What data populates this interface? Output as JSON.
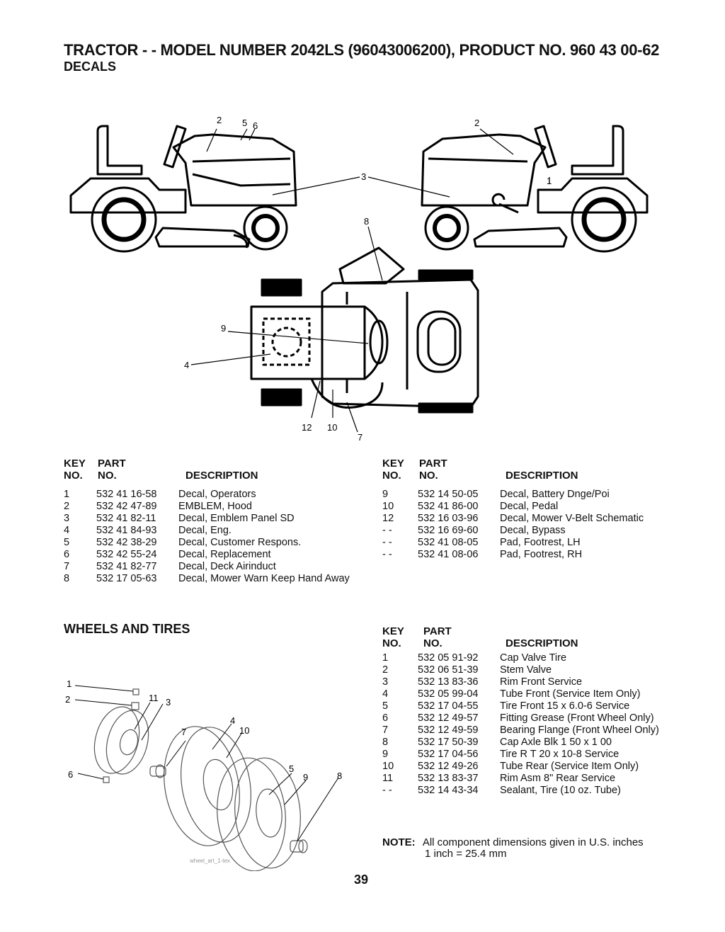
{
  "header": {
    "title": "TRACTOR - - MODEL NUMBER 2042LS (96043006200), PRODUCT NO. 960 43 00-62",
    "subtitle": "DECALS"
  },
  "decal_callouts": [
    "2",
    "5",
    "6",
    "2",
    "3",
    "1",
    "8",
    "9",
    "4",
    "12",
    "10",
    "7"
  ],
  "decals_table": {
    "headers": {
      "key_line1": "KEY",
      "key_line2": "NO.",
      "part_line1": "PART",
      "part_line2": "NO.",
      "description": "DESCRIPTION"
    },
    "left_rows": [
      {
        "key": "1",
        "part": "532 41 16-58",
        "desc": "Decal, Operators"
      },
      {
        "key": "2",
        "part": "532 42 47-89",
        "desc": "EMBLEM, Hood"
      },
      {
        "key": "3",
        "part": "532 41 82-11",
        "desc": "Decal, Emblem Panel SD"
      },
      {
        "key": "4",
        "part": "532 41 84-93",
        "desc": "Decal, Eng."
      },
      {
        "key": "5",
        "part": "532 42 38-29",
        "desc": "Decal, Customer Respons."
      },
      {
        "key": "6",
        "part": "532 42 55-24",
        "desc": "Decal, Replacement"
      },
      {
        "key": "7",
        "part": "532 41 82-77",
        "desc": "Decal, Deck Airinduct"
      },
      {
        "key": "8",
        "part": "532 17 05-63",
        "desc": "Decal, Mower Warn Keep Hand Away"
      }
    ],
    "right_rows": [
      {
        "key": "9",
        "part": "532 14 50-05",
        "desc": "Decal, Battery Dnge/Poi"
      },
      {
        "key": "10",
        "part": "532 41 86-00",
        "desc": "Decal, Pedal"
      },
      {
        "key": "12",
        "part": "532 16 03-96",
        "desc": "Decal, Mower V-Belt Schematic"
      },
      {
        "key": "- -",
        "part": "532 16 69-60",
        "desc": "Decal, Bypass"
      },
      {
        "key": "- -",
        "part": "532 41 08-05",
        "desc": "Pad, Footrest, LH"
      },
      {
        "key": "- -",
        "part": "532 41 08-06",
        "desc": "Pad, Footrest, RH"
      }
    ]
  },
  "wheels": {
    "section_title": "WHEELS AND TIRES",
    "callouts": [
      "1",
      "2",
      "11",
      "3",
      "7",
      "4",
      "10",
      "5",
      "9",
      "8",
      "6"
    ],
    "watermark": "wheel_art_1-tex",
    "headers": {
      "key_line1": "KEY",
      "key_line2": "NO.",
      "part_line1": "PART",
      "part_line2": "NO.",
      "description": "DESCRIPTION"
    },
    "rows": [
      {
        "key": "1",
        "part": "532 05 91-92",
        "desc": "Cap Valve Tire"
      },
      {
        "key": "2",
        "part": "532 06 51-39",
        "desc": "Stem Valve"
      },
      {
        "key": "3",
        "part": "532 13 83-36",
        "desc": "Rim Front Service"
      },
      {
        "key": "4",
        "part": "532 05 99-04",
        "desc": "Tube Front (Service Item Only)"
      },
      {
        "key": "5",
        "part": "532 17 04-55",
        "desc": "Tire Front 15 x 6.0-6 Service"
      },
      {
        "key": "6",
        "part": "532 12 49-57",
        "desc": "Fitting Grease (Front Wheel Only)"
      },
      {
        "key": "7",
        "part": "532 12 49-59",
        "desc": "Bearing Flange (Front Wheel Only)"
      },
      {
        "key": "8",
        "part": "532 17 50-39",
        "desc": "Cap Axle Blk 1 50 x 1 00"
      },
      {
        "key": "9",
        "part": "532 17 04-56",
        "desc": "Tire R T 20 x 10-8 Service"
      },
      {
        "key": "10",
        "part": "532 12 49-26",
        "desc": "Tube Rear (Service Item Only)"
      },
      {
        "key": "11",
        "part": "532 13 83-37",
        "desc": "Rim Asm 8\" Rear Service"
      },
      {
        "key": "- -",
        "part": "532 14 43-34",
        "desc": "Sealant, Tire (10 oz. Tube)"
      }
    ]
  },
  "note": {
    "label": "NOTE:",
    "line1": "All component dimensions given in U.S. inches",
    "line2": "1 inch = 25.4 mm"
  },
  "page_number": "39"
}
